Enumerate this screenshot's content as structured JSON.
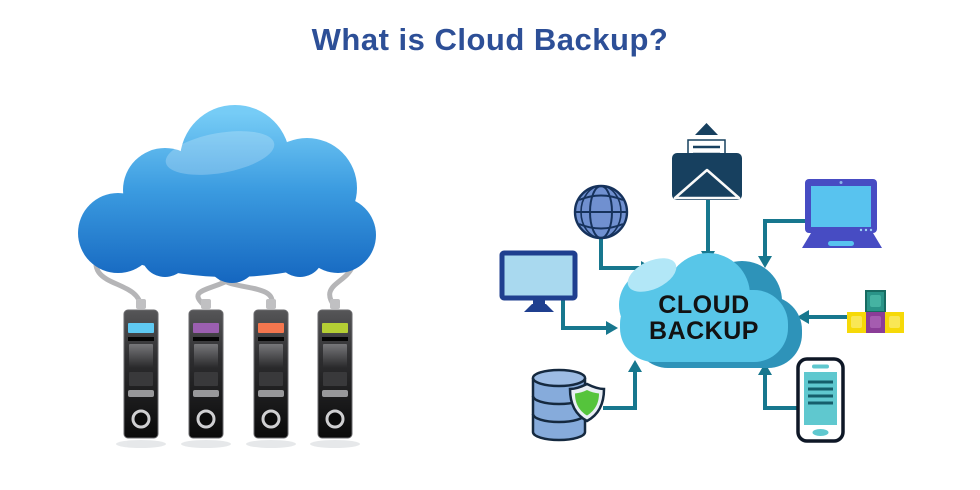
{
  "title": "What is Cloud Backup?",
  "cloud_label": {
    "line1": "CLOUD",
    "line2": "BACKUP"
  },
  "colors": {
    "title_text": "#2d4f97",
    "arrow_teal": "#17778e",
    "hub_cloud_main": "#58c6e8",
    "hub_cloud_shadow": "#2e93b9",
    "hub_cloud_highlight": "#b2e7f7",
    "left_cloud_top": "#76ccf6",
    "left_cloud_bottom": "#1465bf",
    "cable_grey": "#b5b5b7",
    "envelope_navy": "#17405f",
    "globe_blue": "#7090d0",
    "monitor_frame": "#1f3f8f",
    "monitor_screen": "#a9d9ef",
    "laptop_body": "#474cc3",
    "laptop_screen": "#58c3ef",
    "database_blue": "#86abdb",
    "shield_green": "#55c43c",
    "phone_screen": "#5fc8cf",
    "block_yellow": "#f6d908",
    "block_purple": "#8b3d97",
    "block_teal": "#2a9488"
  },
  "left_illustration": {
    "name": "cloud-connected-server-towers",
    "server_colors": [
      "#5fc9f2",
      "#9b5fb0",
      "#f4764e",
      "#b5cf34"
    ]
  },
  "right_diagram": {
    "hub": "cloud-backup",
    "nodes": [
      {
        "name": "email-envelope"
      },
      {
        "name": "internet-globe"
      },
      {
        "name": "laptop"
      },
      {
        "name": "desktop-monitor"
      },
      {
        "name": "building-blocks"
      },
      {
        "name": "database-with-security-shield"
      },
      {
        "name": "smartphone"
      }
    ]
  }
}
